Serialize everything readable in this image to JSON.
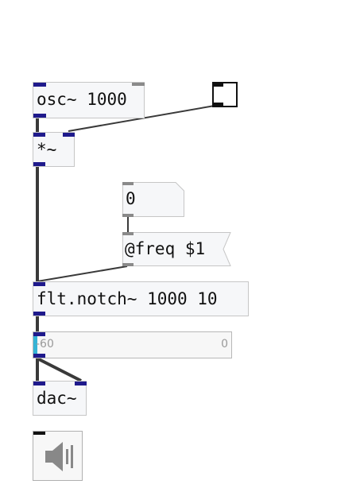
{
  "objects": {
    "osc": "osc~ 1000",
    "mul": "*~",
    "number": "0",
    "freq_msg": "@freq $1",
    "notch": "flt.notch~ 1000 10",
    "dac": "dac~"
  },
  "meter": {
    "min_label": "-60",
    "max_label": "0"
  },
  "colors": {
    "port": "#1f1a8c",
    "cable": "#3a3a3a",
    "meter_accent": "#35b4d6"
  },
  "icons": {
    "toggle": "toggle-icon",
    "speaker": "speaker-icon"
  }
}
